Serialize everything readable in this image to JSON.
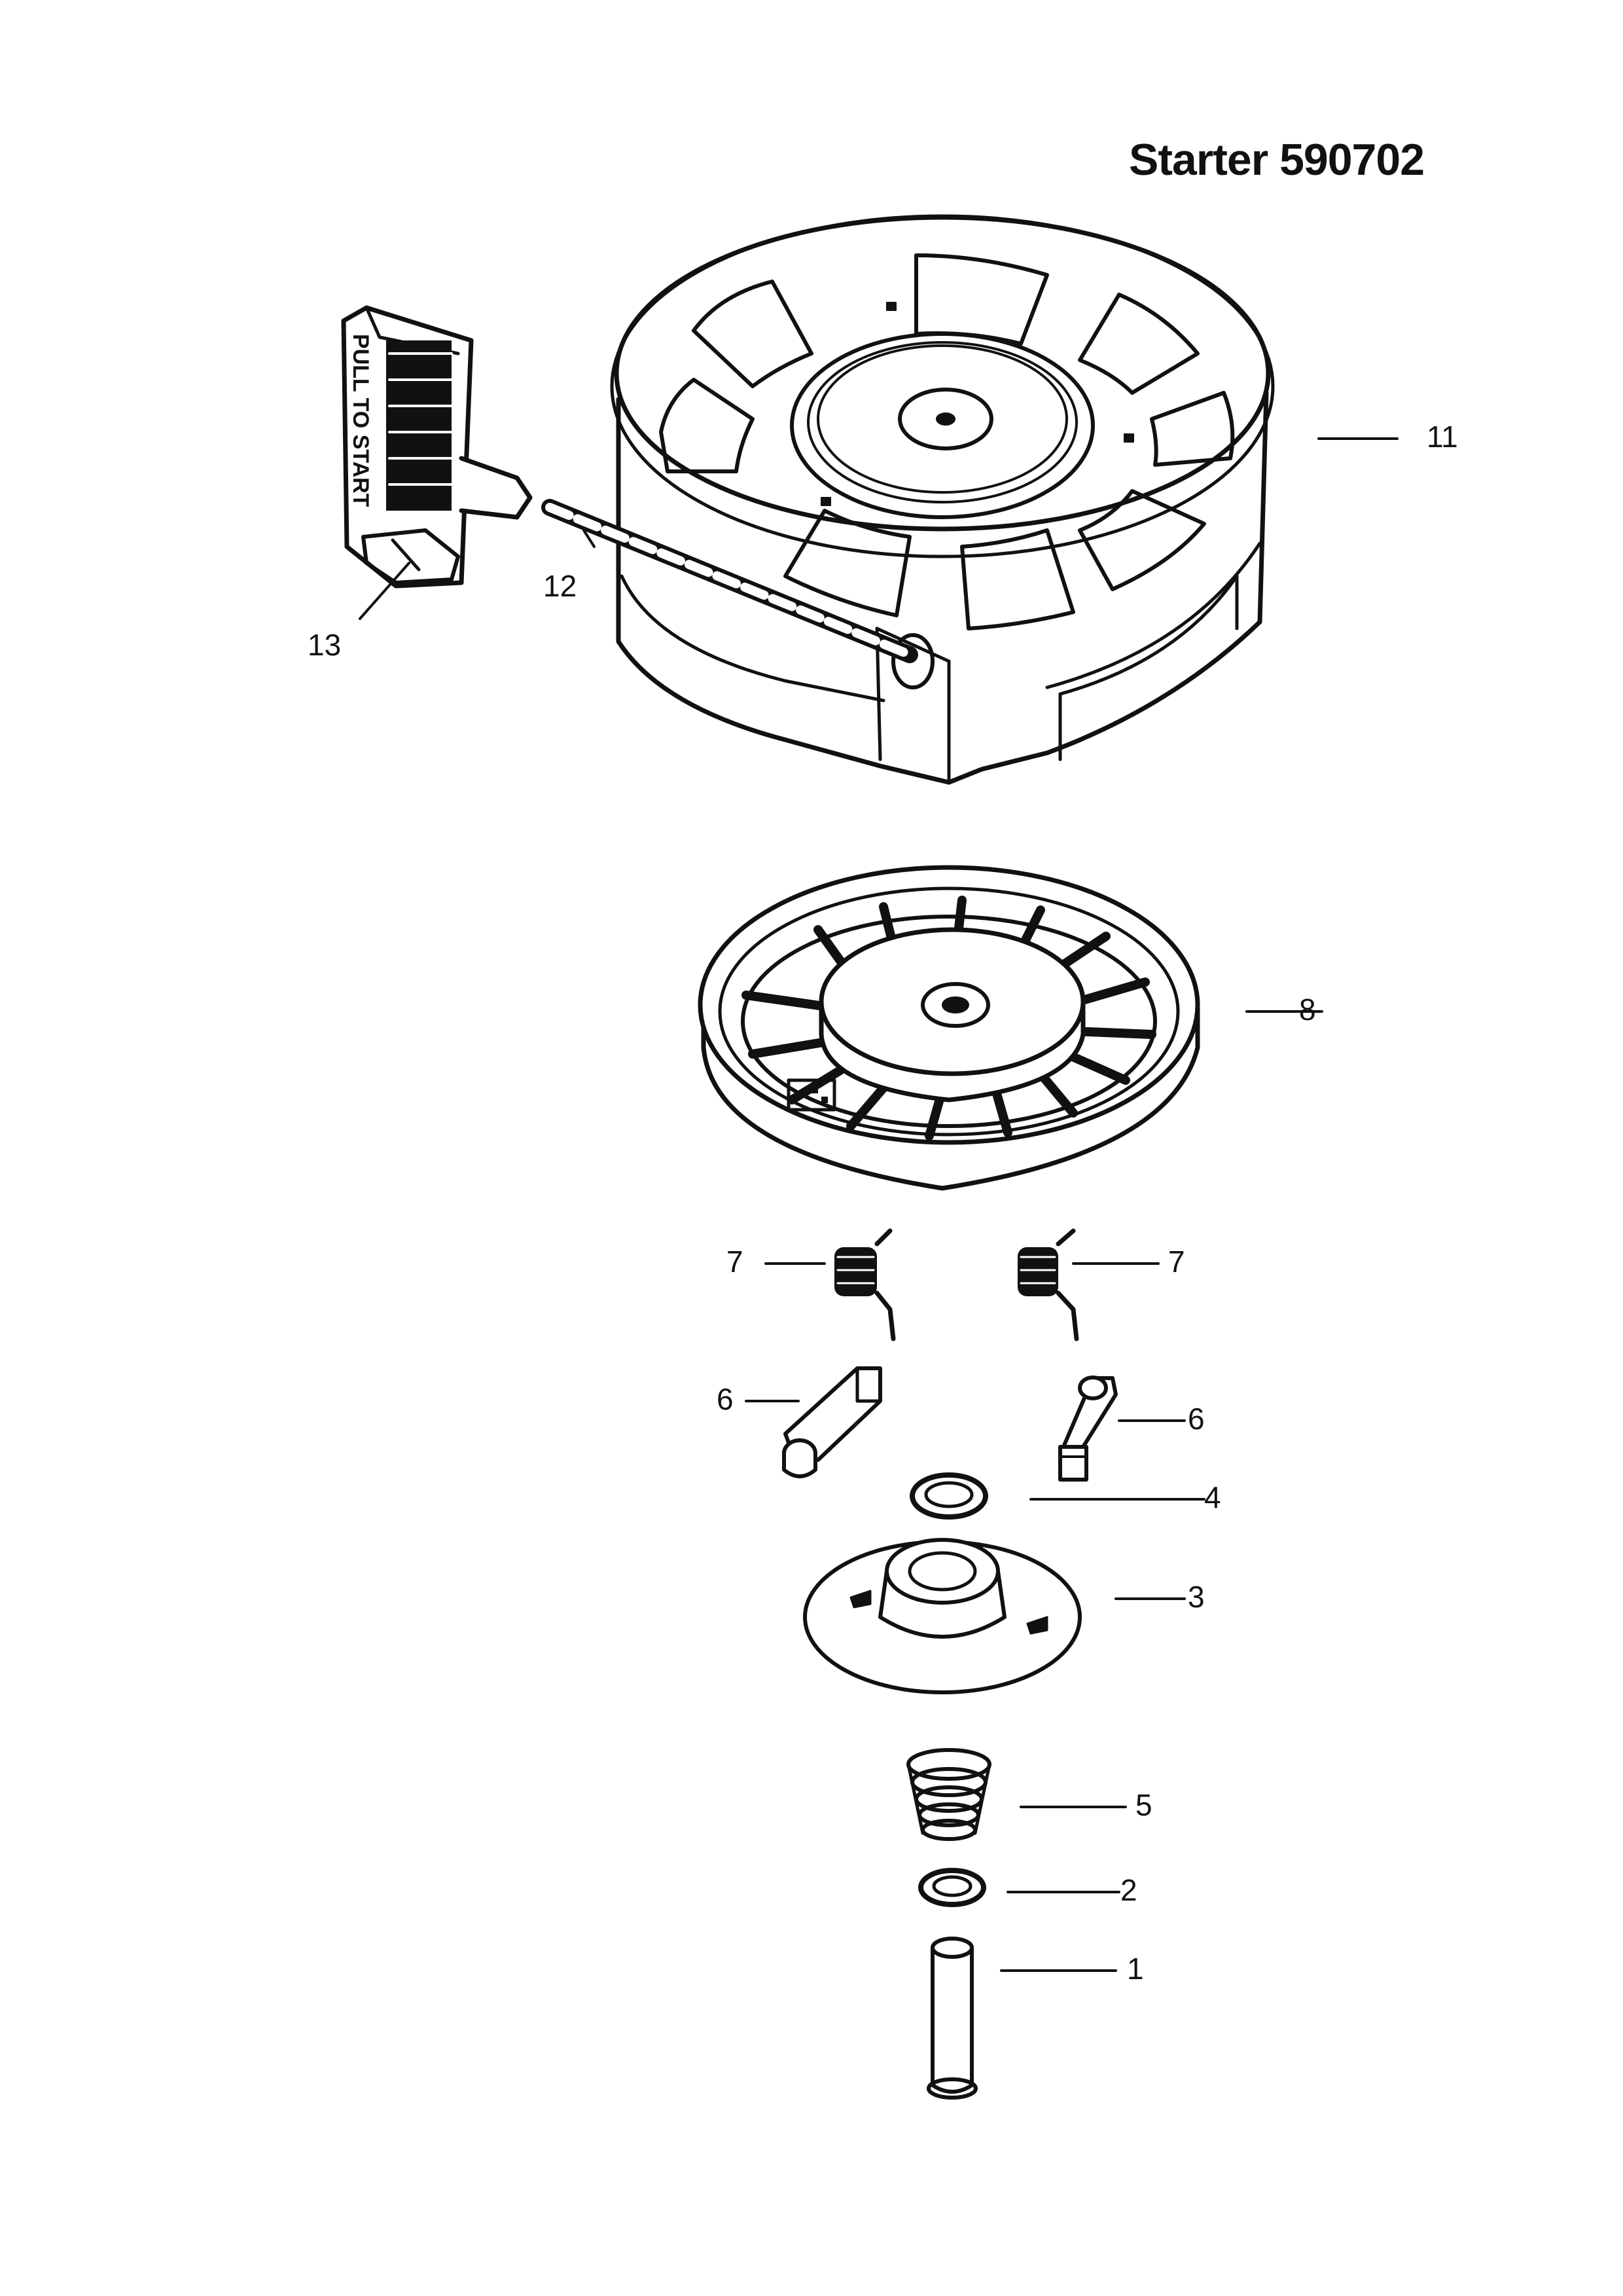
{
  "title": "Starter 590702",
  "handle_text": "PULL TO START",
  "parts": [
    {
      "number": "11"
    },
    {
      "number": "12"
    },
    {
      "number": "13"
    },
    {
      "number": "8"
    },
    {
      "number": "7"
    },
    {
      "number": "7"
    },
    {
      "number": "6"
    },
    {
      "number": "6"
    },
    {
      "number": "4"
    },
    {
      "number": "3"
    },
    {
      "number": "5"
    },
    {
      "number": "2"
    },
    {
      "number": "1"
    }
  ]
}
